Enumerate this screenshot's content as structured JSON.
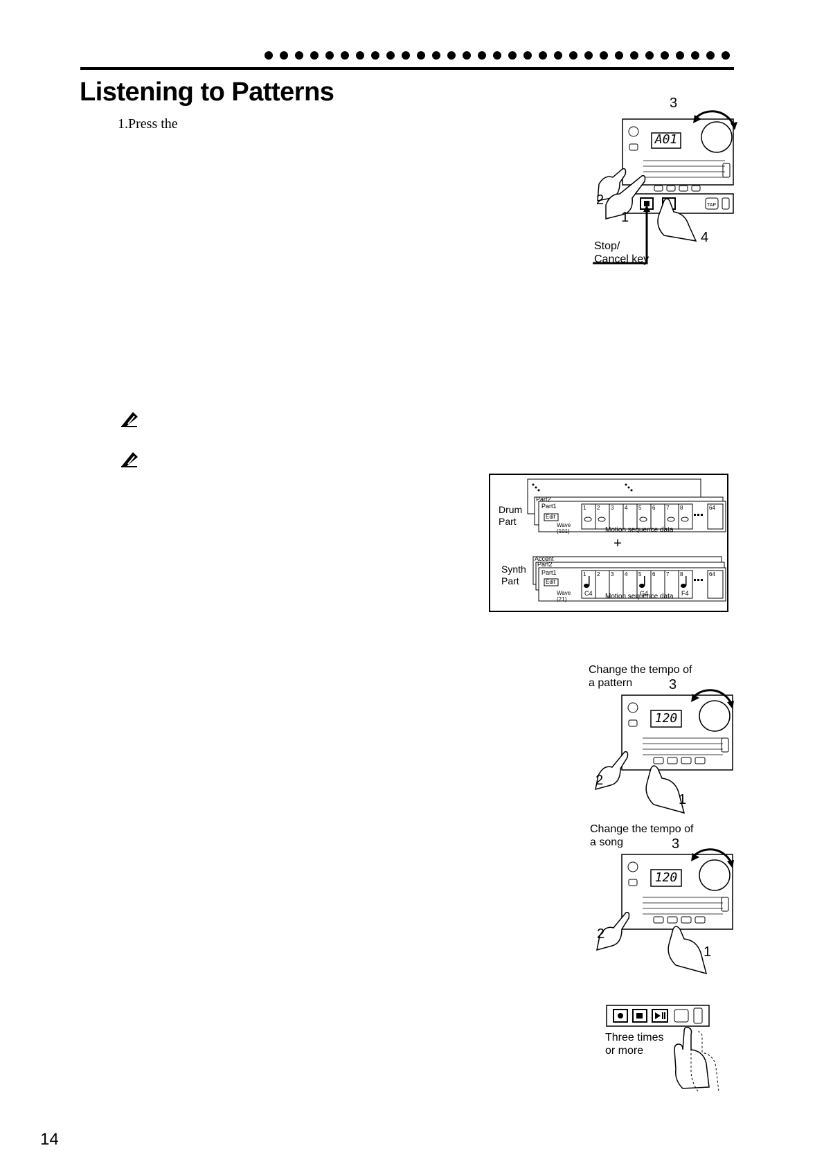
{
  "page": {
    "title": "Listening to Patterns",
    "step1_text": "1.Press the",
    "page_number": "14"
  },
  "fig1": {
    "display": "A01",
    "callouts": [
      "3",
      "2",
      "1",
      "4"
    ],
    "stop_label": "Stop/\nCancel key",
    "tap_label": "TAP"
  },
  "fig2": {
    "drum_label": "Drum\nPart",
    "synth_label": "Synth\nPart",
    "part2": "Part2",
    "part1": "Part1",
    "accent": "Accent",
    "edit": "Edit",
    "drum_wave": "Wave\n(101)",
    "synth_wave": "Wave\n(21)",
    "motion_label": "Motion sequence data",
    "plus": "+",
    "steps": [
      "1",
      "2",
      "3",
      "4",
      "5",
      "6",
      "7",
      "8"
    ],
    "last_step": "64",
    "synth_notes": [
      "C4",
      "G4",
      "F4"
    ]
  },
  "fig3": {
    "caption": "Change the tempo of\na pattern",
    "display": "120",
    "callouts": [
      "3",
      "2",
      "1"
    ]
  },
  "fig4": {
    "caption": "Change the tempo of\na song",
    "display": "120",
    "callouts": [
      "3",
      "2",
      "1"
    ]
  },
  "fig5": {
    "caption": "Three times\nor more"
  }
}
